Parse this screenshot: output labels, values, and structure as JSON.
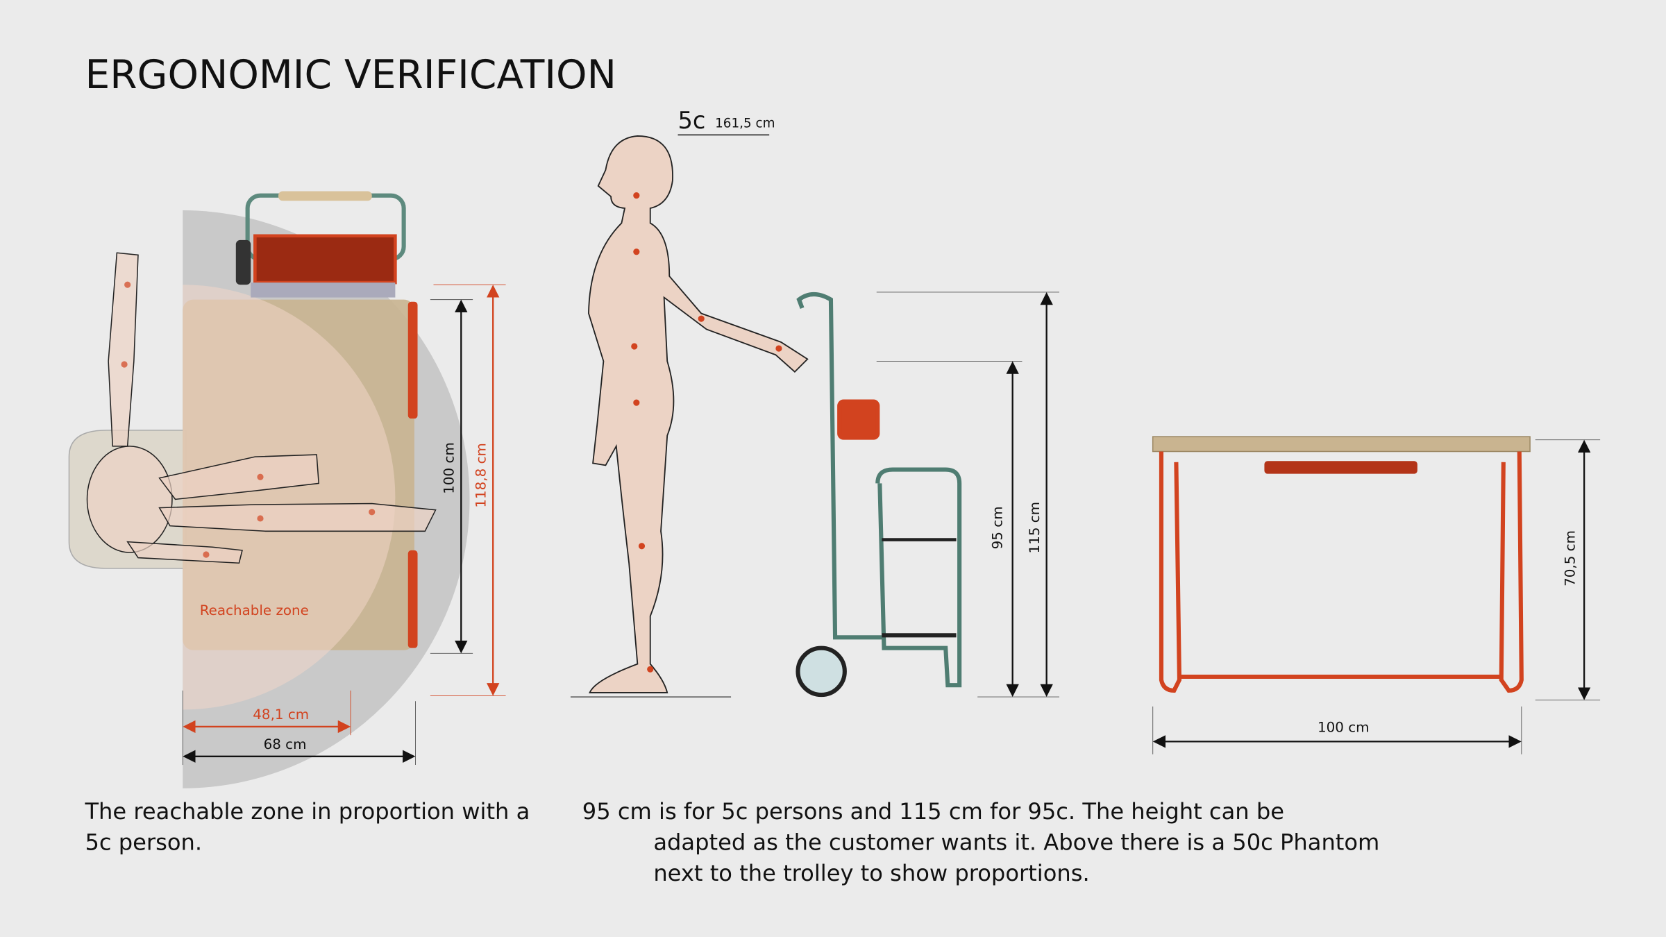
{
  "title": "ERGONOMIC VERIFICATION",
  "top_view": {
    "zone_label": "Reachable zone",
    "dim_depth_inner": "100 cm",
    "dim_depth_outer": "118,8 cm",
    "dim_reach": "48,1 cm",
    "dim_zone": "68 cm"
  },
  "side_view": {
    "percentile": "5c",
    "person_height": "161,5 cm",
    "dim_low": "95 cm",
    "dim_high": "115 cm"
  },
  "table_view": {
    "dim_height": "70,5 cm",
    "dim_width": "100 cm"
  },
  "captions": {
    "left": [
      "The reachable zone in proportion with a",
      "5c person."
    ],
    "right": [
      "95 cm is for 5c persons and 115 cm for 95c. The height can be",
      "adapted as the customer wants it. Above there is a 50c Phantom",
      "next to the trolley to show proportions."
    ]
  },
  "colors": {
    "accent": "#d2431f",
    "wood": "#c9b490",
    "skin": "#ecd3c5",
    "frame": "#5d8a7e",
    "background": "#ebebeb"
  }
}
